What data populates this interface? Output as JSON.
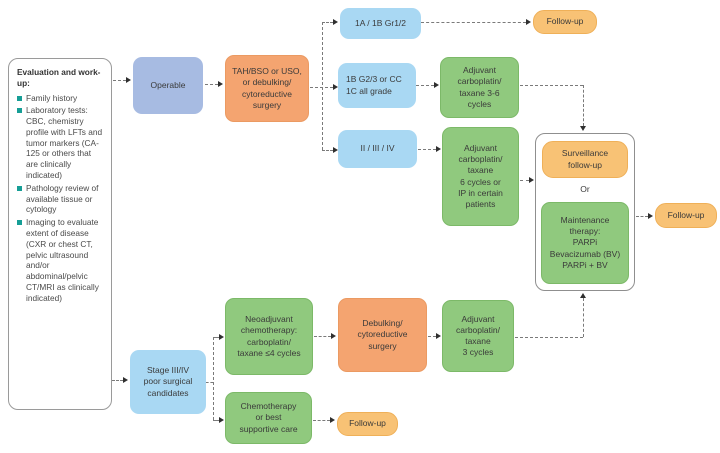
{
  "diagram": {
    "evaluation": {
      "title": "Evaluation and work-up:",
      "bullets": [
        "Family history",
        "Laboratory tests: CBC, chemistry profile with LFTs and tumor markers (CA-125 or others that are clinically indicated)",
        "Pathology review of available tissue or cytology",
        "Imaging to evaluate extent of disease (CXR or chest CT, pelvic ultrasound and/or abdominal/pelvic CT/MRI as clinically indicated)"
      ]
    },
    "nodes": {
      "operable": "Operable",
      "surgery": "TAH/BSO or USO,\nor debulking/\ncytoreductive\nsurgery",
      "stage_1a_1b": "1A / 1B Gr1/2",
      "stage_1b_g23": "1B G2/3 or CC\n1C all grade",
      "stage_2_3_4": "II / III / IV",
      "adjuvant_3_6": "Adjuvant\ncarboplatin/\ntaxane 3-6\ncycles",
      "adjuvant_6_ip": "Adjuvant\ncarboplatin/\ntaxane\n6 cycles or\nIP in certain\npatients",
      "surveillance": "Surveillance\nfollow-up",
      "or_label": "Or",
      "maintenance": "Maintenance\ntherapy:\nPARPi\nBevacizumab (BV)\nPARPi + BV",
      "followup_top": "Follow-up",
      "followup_right": "Follow-up",
      "followup_bottom": "Follow-up",
      "stage_3_4": "Stage III/IV\npoor surgical\ncandidates",
      "neoadjuvant": "Neoadjuvant\nchemotherapy:\ncarboplatin/\ntaxane ≤4 cycles",
      "debulking": "Debulking/\ncytoreductive\nsurgery",
      "adjuvant_3": "Adjuvant\ncarboplatin/\ntaxane\n3 cycles",
      "chemo_supportive": "Chemotherapy\nor best\nsupportive care"
    },
    "colors": {
      "stage_blue": "#a9d8f3",
      "operable_periwinkle": "#a7bbe2",
      "surgery_orange": "#f4a470",
      "therapy_green": "#90c97e",
      "followup_amber": "#f8c275",
      "bullet_teal": "#169e96"
    }
  }
}
